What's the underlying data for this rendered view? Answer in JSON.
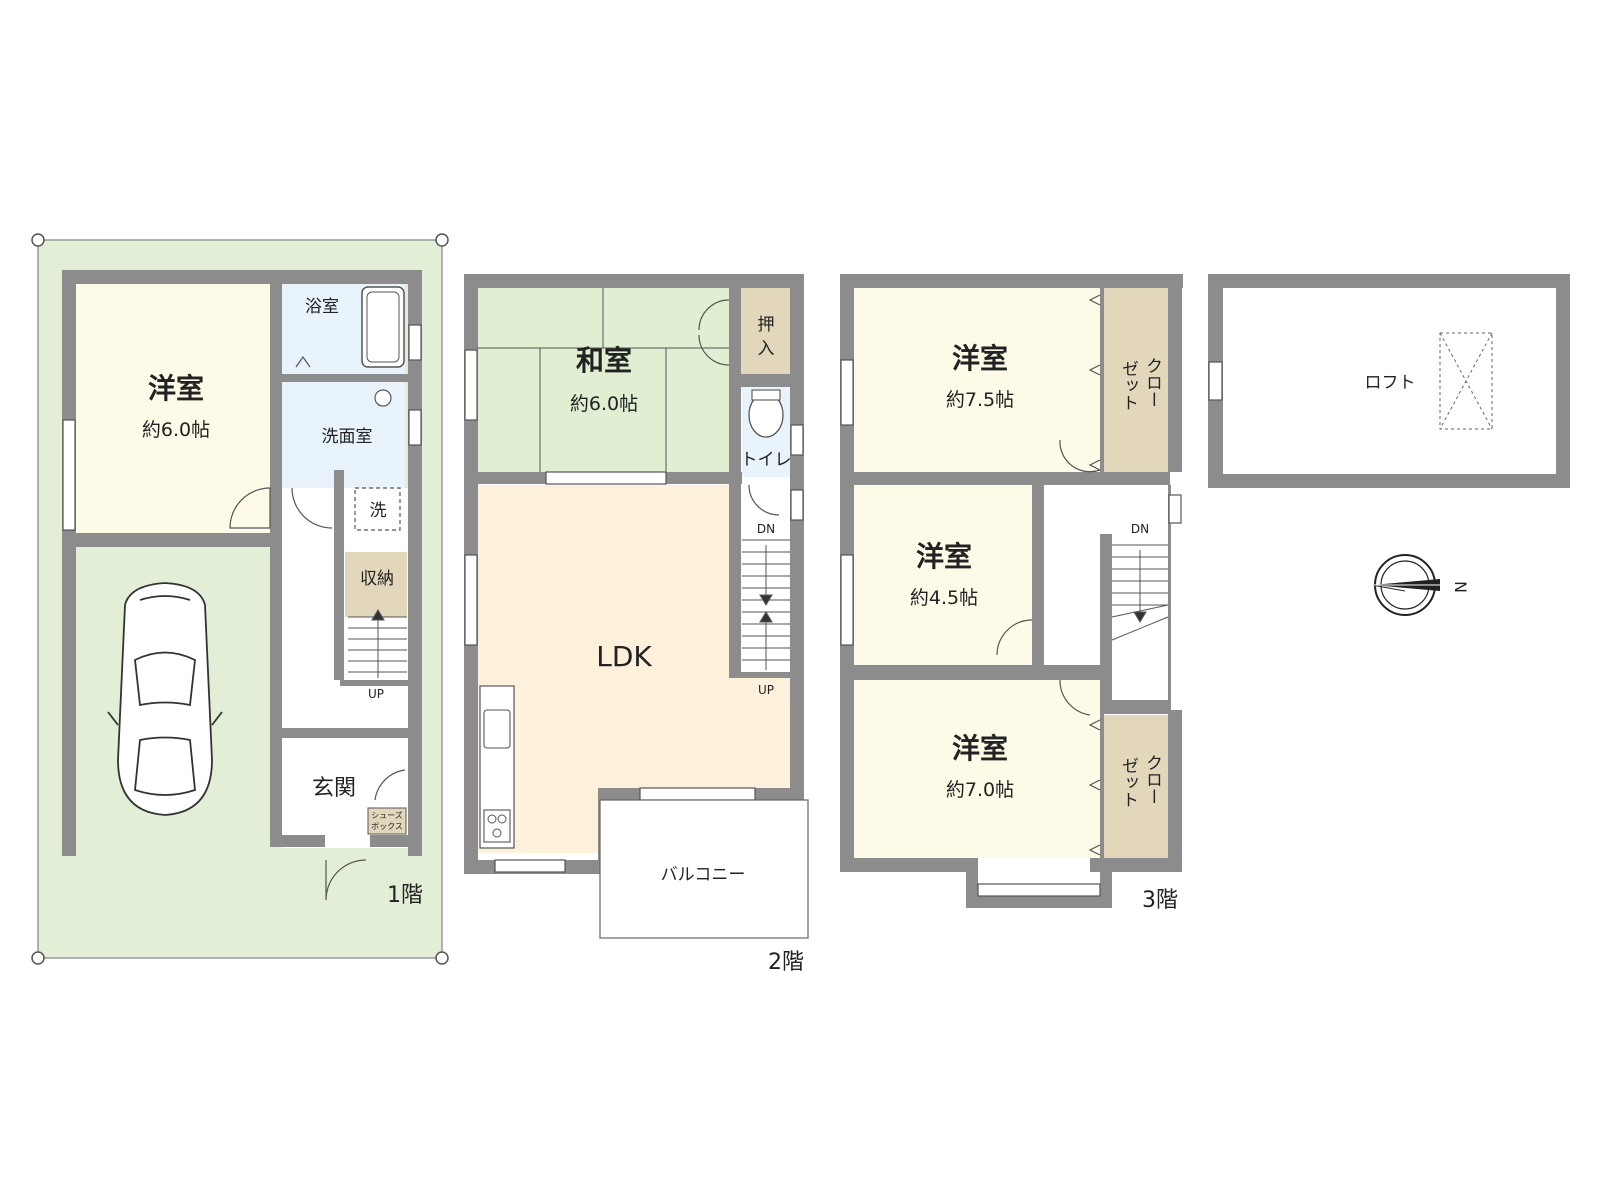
{
  "floor1": {
    "label": "1階",
    "rooms": {
      "western": {
        "name": "洋室",
        "size": "約6.0帖"
      },
      "bath": "浴室",
      "washroom": "洗面室",
      "washer": "洗",
      "storage": "収納",
      "stairs_up": "UP",
      "entrance": "玄関",
      "shoebox_1": "シューズ",
      "shoebox_2": "ボックス"
    }
  },
  "floor2": {
    "label": "2階",
    "rooms": {
      "japanese": {
        "name": "和室",
        "size": "約6.0帖"
      },
      "closet_1": "押",
      "closet_2": "入",
      "toilet": "トイレ",
      "ldk": "LDK",
      "stairs_dn": "DN",
      "stairs_up": "UP",
      "balcony": "バルコニー"
    }
  },
  "floor3": {
    "label": "3階",
    "rooms": {
      "western_a": {
        "name": "洋室",
        "size": "約7.5帖"
      },
      "western_b": {
        "name": "洋室",
        "size": "約4.5帖"
      },
      "western_c": {
        "name": "洋室",
        "size": "約7.0帖"
      },
      "closet_col1": "ゼット",
      "closet_col2": "クロー",
      "stairs_dn": "DN"
    }
  },
  "loft": {
    "label": "ロフト"
  },
  "compass": {
    "north": "N"
  },
  "colors": {
    "wall": "#8c8c8c",
    "lot": "#e2eed6",
    "western": "#fdfbe8",
    "wet": "#e8f3fb",
    "tatami": "#e0efd2",
    "ldk": "#fdf1dc",
    "closet": "#e2d7bb"
  }
}
